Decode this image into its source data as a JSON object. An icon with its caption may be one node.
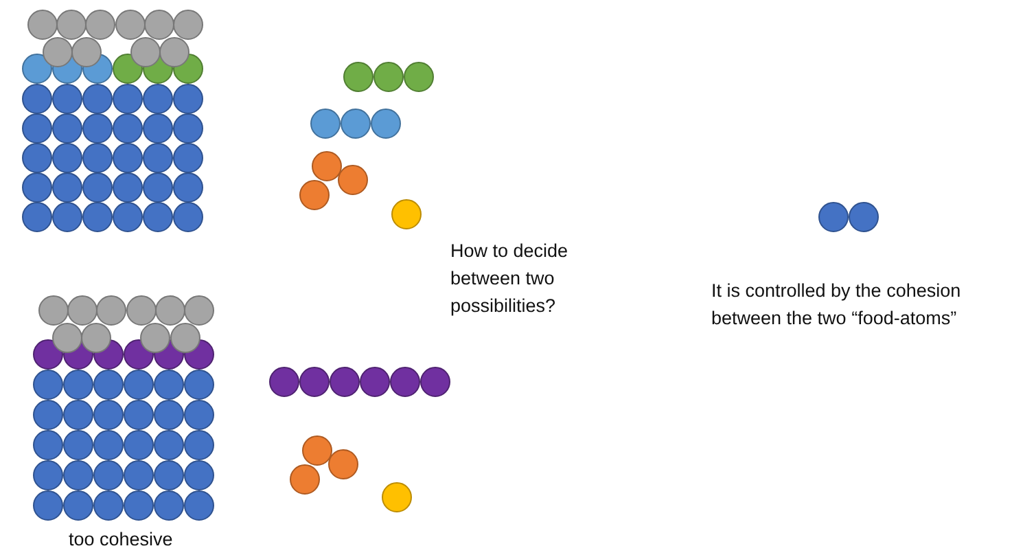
{
  "diagram": {
    "labels": [
      "How to decide between two possibilities?",
      "It is controlled by the cohesion between the two “food-atoms”",
      "too cohesive"
    ]
  }
}
